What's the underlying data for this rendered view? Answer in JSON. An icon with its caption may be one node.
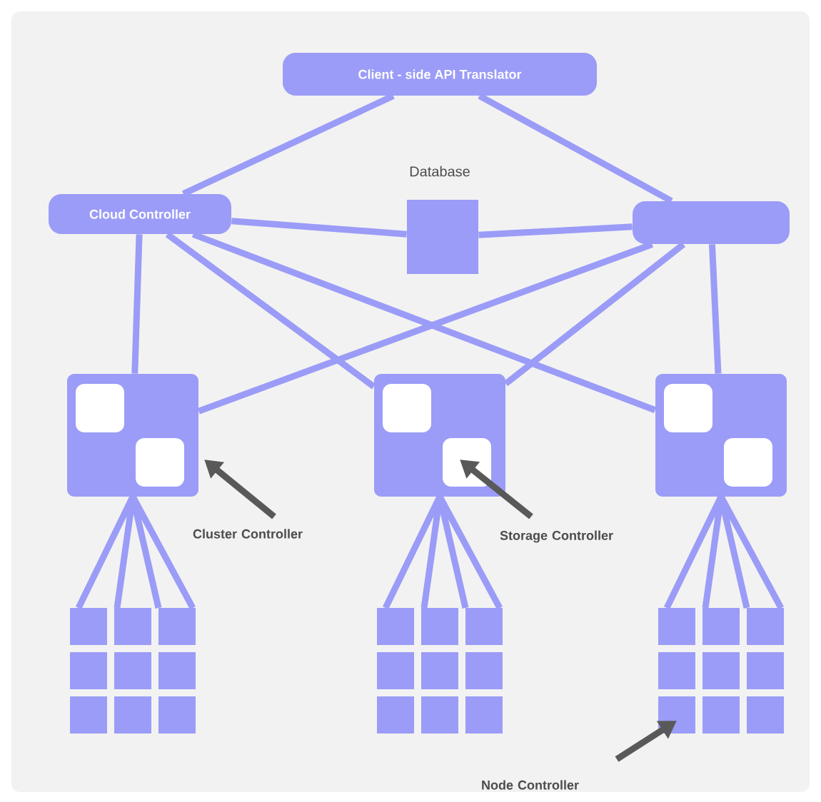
{
  "diagram": {
    "nodes": [
      {
        "text": [
          "Client - side API Translator"
        ]
      },
      {
        "text": [
          "Cloud Controller"
        ]
      },
      {
        "text": [
          "Database"
        ]
      },
      {
        "text": [],
        "shape": "box"
      },
      {
        "text": [],
        "shape": "box"
      },
      {
        "text": [],
        "shape": "box"
      },
      {
        "text": [],
        "shape": "box"
      },
      {
        "text": [],
        "shape": "grid"
      },
      {
        "text": [],
        "shape": "grid"
      },
      {
        "text": [],
        "shape": "grid"
      },
      {
        "text": [
          "Cluster Controller"
        ]
      },
      {
        "text": [
          "Storage Controller"
        ]
      },
      {
        "text": [
          "Node Controller"
        ]
      }
    ],
    "edges": [
      {
        "from": 0,
        "to": 1,
        "arrow": "none"
      },
      {
        "from": 0,
        "to": 3,
        "arrow": "none"
      },
      {
        "from": 1,
        "to": 2,
        "arrow": "none"
      },
      {
        "from": 2,
        "to": 3,
        "arrow": "none"
      },
      {
        "from": 1,
        "to": 4,
        "arrow": "none"
      },
      {
        "from": 1,
        "to": 5,
        "arrow": "none"
      },
      {
        "from": 1,
        "to": 6,
        "arrow": "none"
      },
      {
        "from": 3,
        "to": 4,
        "arrow": "none"
      },
      {
        "from": 3,
        "to": 5,
        "arrow": "none"
      },
      {
        "from": 3,
        "to": 6,
        "arrow": "none"
      },
      {
        "from": 4,
        "to": 7,
        "arrow": "none"
      },
      {
        "from": 5,
        "to": 8,
        "arrow": "none"
      },
      {
        "from": 6,
        "to": 9,
        "arrow": "none"
      },
      {
        "from": 10,
        "to": 4,
        "arrow": "to",
        "color": "#595959"
      },
      {
        "from": 11,
        "to": 5,
        "arrow": "to",
        "color": "#595959"
      },
      {
        "from": 12,
        "to": 9,
        "arrow": "to",
        "color": "#595959"
      }
    ]
  }
}
